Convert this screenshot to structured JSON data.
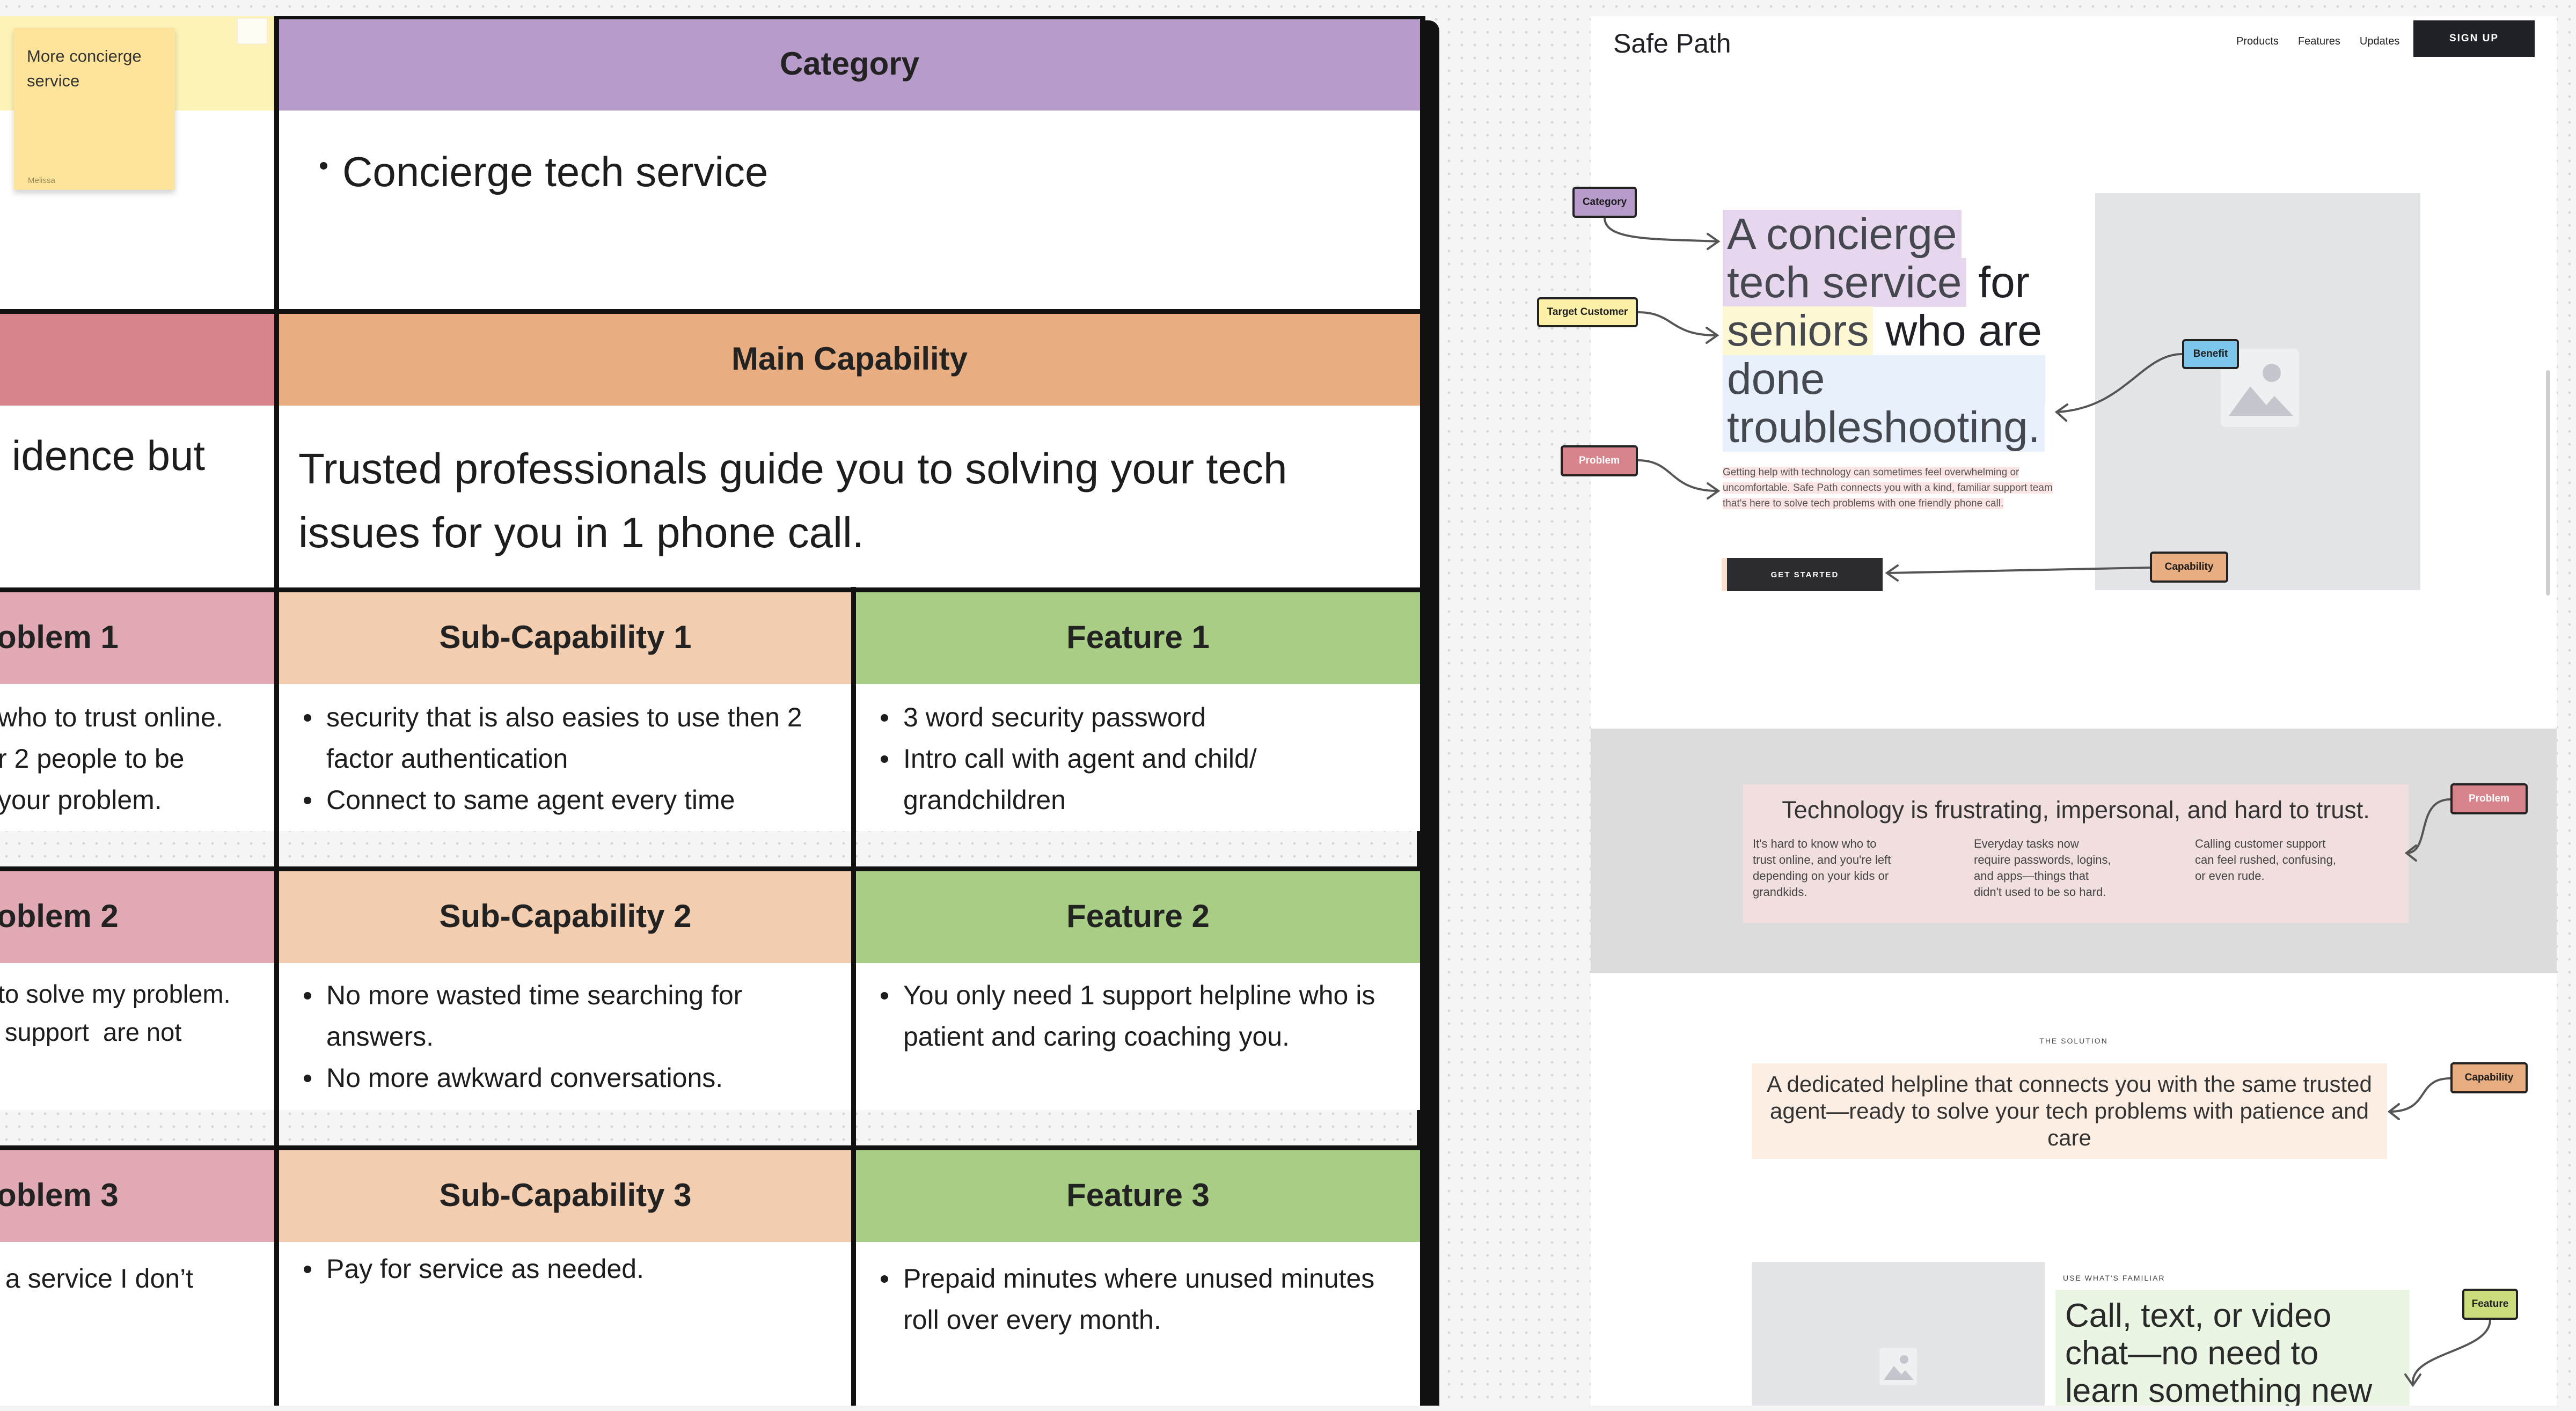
{
  "sticky": {
    "text": "More concierge service",
    "author": "Melissa"
  },
  "board": {
    "category": {
      "header": "Category",
      "items": [
        "Concierge tech service"
      ]
    },
    "main_capability": {
      "header": "Main Capability",
      "text": "Trusted professionals guide you to solving your tech issues for you in 1 phone call."
    },
    "left_partial_text": "idence but",
    "problems": [
      {
        "header": "oblem 1",
        "lines": [
          "who to trust online.",
          "r 2 people to be",
          "your problem."
        ]
      },
      {
        "header": "oblem 2",
        "lines": [
          "to solve my problem.",
          " support  are not"
        ]
      },
      {
        "header": "oblem 3",
        "lines": [
          " a service I don’t"
        ]
      }
    ],
    "sub_capabilities": [
      {
        "header": "Sub-Capability 1",
        "items": [
          "security that is also easies to use then 2 factor authentication",
          "Connect to same agent every time"
        ]
      },
      {
        "header": "Sub-Capability 2",
        "items": [
          "No more wasted time searching for answers.",
          "No more awkward conversations."
        ]
      },
      {
        "header": "Sub-Capability 3",
        "items": [
          "Pay for service as needed."
        ]
      }
    ],
    "features": [
      {
        "header": "Feature 1",
        "items": [
          "3 word security password",
          "Intro call with agent and child/ grandchildren"
        ]
      },
      {
        "header": "Feature 2",
        "items": [
          "You only need 1 support helpline who is patient and caring coaching you."
        ]
      },
      {
        "header": "Feature 3",
        "items": [
          "Prepaid minutes where unused minutes roll over every month."
        ]
      }
    ]
  },
  "site": {
    "logo": "Safe Path",
    "nav": {
      "products": "Products",
      "features": "Features",
      "updates": "Updates",
      "signup": "SIGN UP"
    },
    "hero": {
      "part1": "A concierge",
      "part2": "tech service",
      "part3": " for",
      "part4": "seniors",
      "part5": " who are",
      "part6": "done",
      "part7": "troubleshooting.",
      "body": "Getting help with technology can sometimes feel overwhelming or uncomfortable. Safe Path connects you with a kind, familiar support team that's here to solve tech problems with one friendly phone call.",
      "cta": "GET STARTED"
    },
    "problem_section": {
      "title": "Technology is frustrating, impersonal, and hard to trust.",
      "col1": "It's hard to know who to trust online, and you're left depending on your kids or grandkids.",
      "col2": "Everyday tasks now require passwords, logins, and apps—things that didn't used to be so hard.",
      "col3": "Calling customer support can feel rushed, confusing, or even rude."
    },
    "solution": {
      "eyebrow": "THE SOLUTION",
      "text": "A dedicated helpline that connects you with the same trusted agent—ready to solve your tech problems with patience and care"
    },
    "familiar": {
      "eyebrow": "USE WHAT'S FAMILIAR",
      "heading": "Call, text, or video chat—no need to learn something new"
    }
  },
  "tags": {
    "category": "Category",
    "target_customer": "Target Customer",
    "problem": "Problem",
    "benefit": "Benefit",
    "capability": "Capability",
    "problem2": "Problem",
    "capability2": "Capability",
    "feature": "Feature"
  },
  "colors": {
    "category": "#b79bcb",
    "main_capability": "#e8ad80",
    "problem": "#e0a9b3",
    "problem_dark": "#d8848d",
    "sub_capability": "#f2cdb0",
    "feature": "#a8cd85",
    "sticky": "#fde49a",
    "benefit_tag": "#7cc6ec",
    "target_tag": "#fbf0a6",
    "dark_button": "#1f2127"
  }
}
